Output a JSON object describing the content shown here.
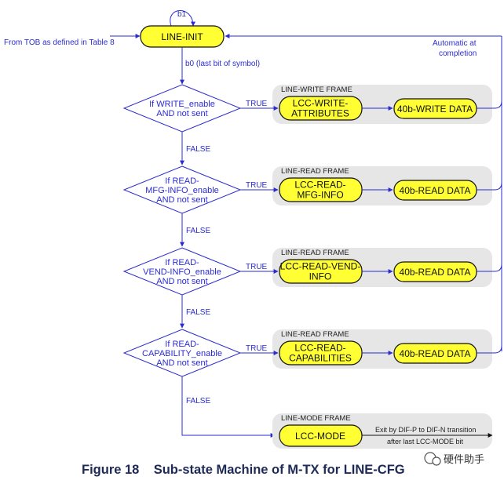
{
  "diagram": {
    "start_state": "LINE-INIT",
    "entry_label": "From TOB as defined in Table 8",
    "self_loop_label": "b1",
    "b0_label": "b0 (last bit of symbol)",
    "auto_label": [
      "Automatic at",
      "completion"
    ],
    "true_label": "TRUE",
    "false_label": "FALSE",
    "rows": [
      {
        "decision": [
          "If WRITE_enable",
          "AND not sent"
        ],
        "frame_label": "LINE-WRITE FRAME",
        "state1": [
          "LCC-WRITE-",
          "ATTRIBUTES"
        ],
        "state2": "40b-WRITE DATA"
      },
      {
        "decision": [
          "If READ-",
          "MFG-INFO_enable",
          "AND not sent"
        ],
        "frame_label": "LINE-READ FRAME",
        "state1": [
          "LCC-READ-",
          "MFG-INFO"
        ],
        "state2": "40b-READ DATA"
      },
      {
        "decision": [
          "If READ-",
          "VEND-INFO_enable",
          "AND not sent"
        ],
        "frame_label": "LINE-READ FRAME",
        "state1": [
          "LCC-READ-VEND-",
          "INFO"
        ],
        "state2": "40b-READ DATA"
      },
      {
        "decision": [
          "If READ-",
          "CAPABILITY_enable",
          "AND not sent"
        ],
        "frame_label": "LINE-READ FRAME",
        "state1": [
          "LCC-READ-",
          "CAPABILITIES"
        ],
        "state2": "40b-READ DATA"
      }
    ],
    "mode_frame_label": "LINE-MODE FRAME",
    "mode_state": "LCC-MODE",
    "exit_label": [
      "Exit by DIF-P to DIF-N transition",
      "after last LCC-MODE bit"
    ]
  },
  "caption": "Figure 18    Sub-state Machine of M-TX for LINE-CFG",
  "watermark": "硬件助手",
  "colors": {
    "state_fill": "#ffff33",
    "frame_fill": "#e6e6e6",
    "line": "#2b2bd0",
    "caption": "#1e2a55"
  }
}
